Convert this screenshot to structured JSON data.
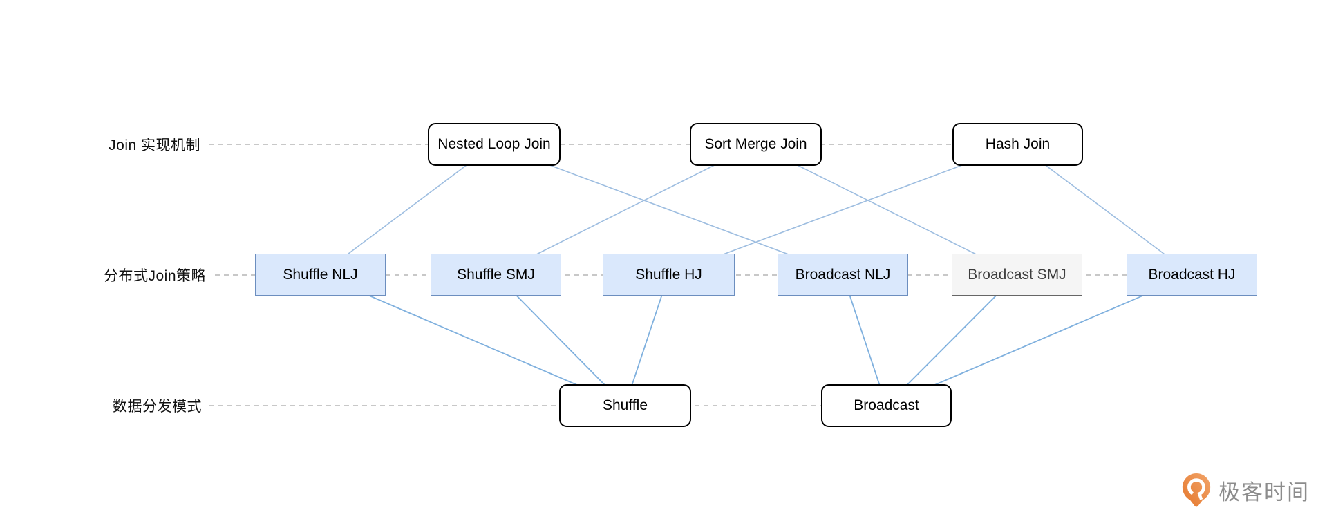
{
  "diagram": {
    "rows": [
      {
        "id": "mechanism",
        "label": "Join 实现机制"
      },
      {
        "id": "strategy",
        "label": "分布式Join策略"
      },
      {
        "id": "distribution",
        "label": "数据分发模式"
      }
    ],
    "nodes": [
      {
        "id": "nlj",
        "label": "Nested Loop Join",
        "row": "mechanism",
        "style": "outline"
      },
      {
        "id": "smj",
        "label": "Sort Merge Join",
        "row": "mechanism",
        "style": "outline"
      },
      {
        "id": "hj",
        "label": "Hash Join",
        "row": "mechanism",
        "style": "outline"
      },
      {
        "id": "shuffle-nlj",
        "label": "Shuffle NLJ",
        "row": "strategy",
        "style": "blue"
      },
      {
        "id": "shuffle-smj",
        "label": "Shuffle SMJ",
        "row": "strategy",
        "style": "blue"
      },
      {
        "id": "shuffle-hj",
        "label": "Shuffle HJ",
        "row": "strategy",
        "style": "blue"
      },
      {
        "id": "broadcast-nlj",
        "label": "Broadcast NLJ",
        "row": "strategy",
        "style": "blue"
      },
      {
        "id": "broadcast-smj",
        "label": "Broadcast SMJ",
        "row": "strategy",
        "style": "gray"
      },
      {
        "id": "broadcast-hj",
        "label": "Broadcast HJ",
        "row": "strategy",
        "style": "blue"
      },
      {
        "id": "shuffle",
        "label": "Shuffle",
        "row": "distribution",
        "style": "outline"
      },
      {
        "id": "broadcast",
        "label": "Broadcast",
        "row": "distribution",
        "style": "outline"
      }
    ],
    "edges": [
      {
        "from": "nlj",
        "to": "shuffle-nlj"
      },
      {
        "from": "nlj",
        "to": "broadcast-nlj"
      },
      {
        "from": "smj",
        "to": "shuffle-smj"
      },
      {
        "from": "smj",
        "to": "broadcast-smj"
      },
      {
        "from": "hj",
        "to": "shuffle-hj"
      },
      {
        "from": "hj",
        "to": "broadcast-hj"
      },
      {
        "from": "shuffle-nlj",
        "to": "shuffle"
      },
      {
        "from": "shuffle-smj",
        "to": "shuffle"
      },
      {
        "from": "shuffle-hj",
        "to": "shuffle"
      },
      {
        "from": "broadcast-nlj",
        "to": "broadcast"
      },
      {
        "from": "broadcast-smj",
        "to": "broadcast"
      },
      {
        "from": "broadcast-hj",
        "to": "broadcast"
      }
    ],
    "colors": {
      "edge_mechanism_strategy": "#9dbde0",
      "edge_strategy_distribution": "#7fb0de",
      "dashed_guide": "#b5b5b5",
      "blue_node_fill": "#dae8fc",
      "blue_node_border": "#6c8ebf",
      "gray_node_fill": "#f5f5f5",
      "gray_node_border": "#666666",
      "outline_node_border": "#000000"
    }
  },
  "branding": {
    "logo_icon": "geektime-pin-icon",
    "logo_text": "极客时间",
    "logo_orange_dark": "#e4762b",
    "logo_orange_light": "#f2a56a",
    "text_color": "#8c8c8c"
  }
}
